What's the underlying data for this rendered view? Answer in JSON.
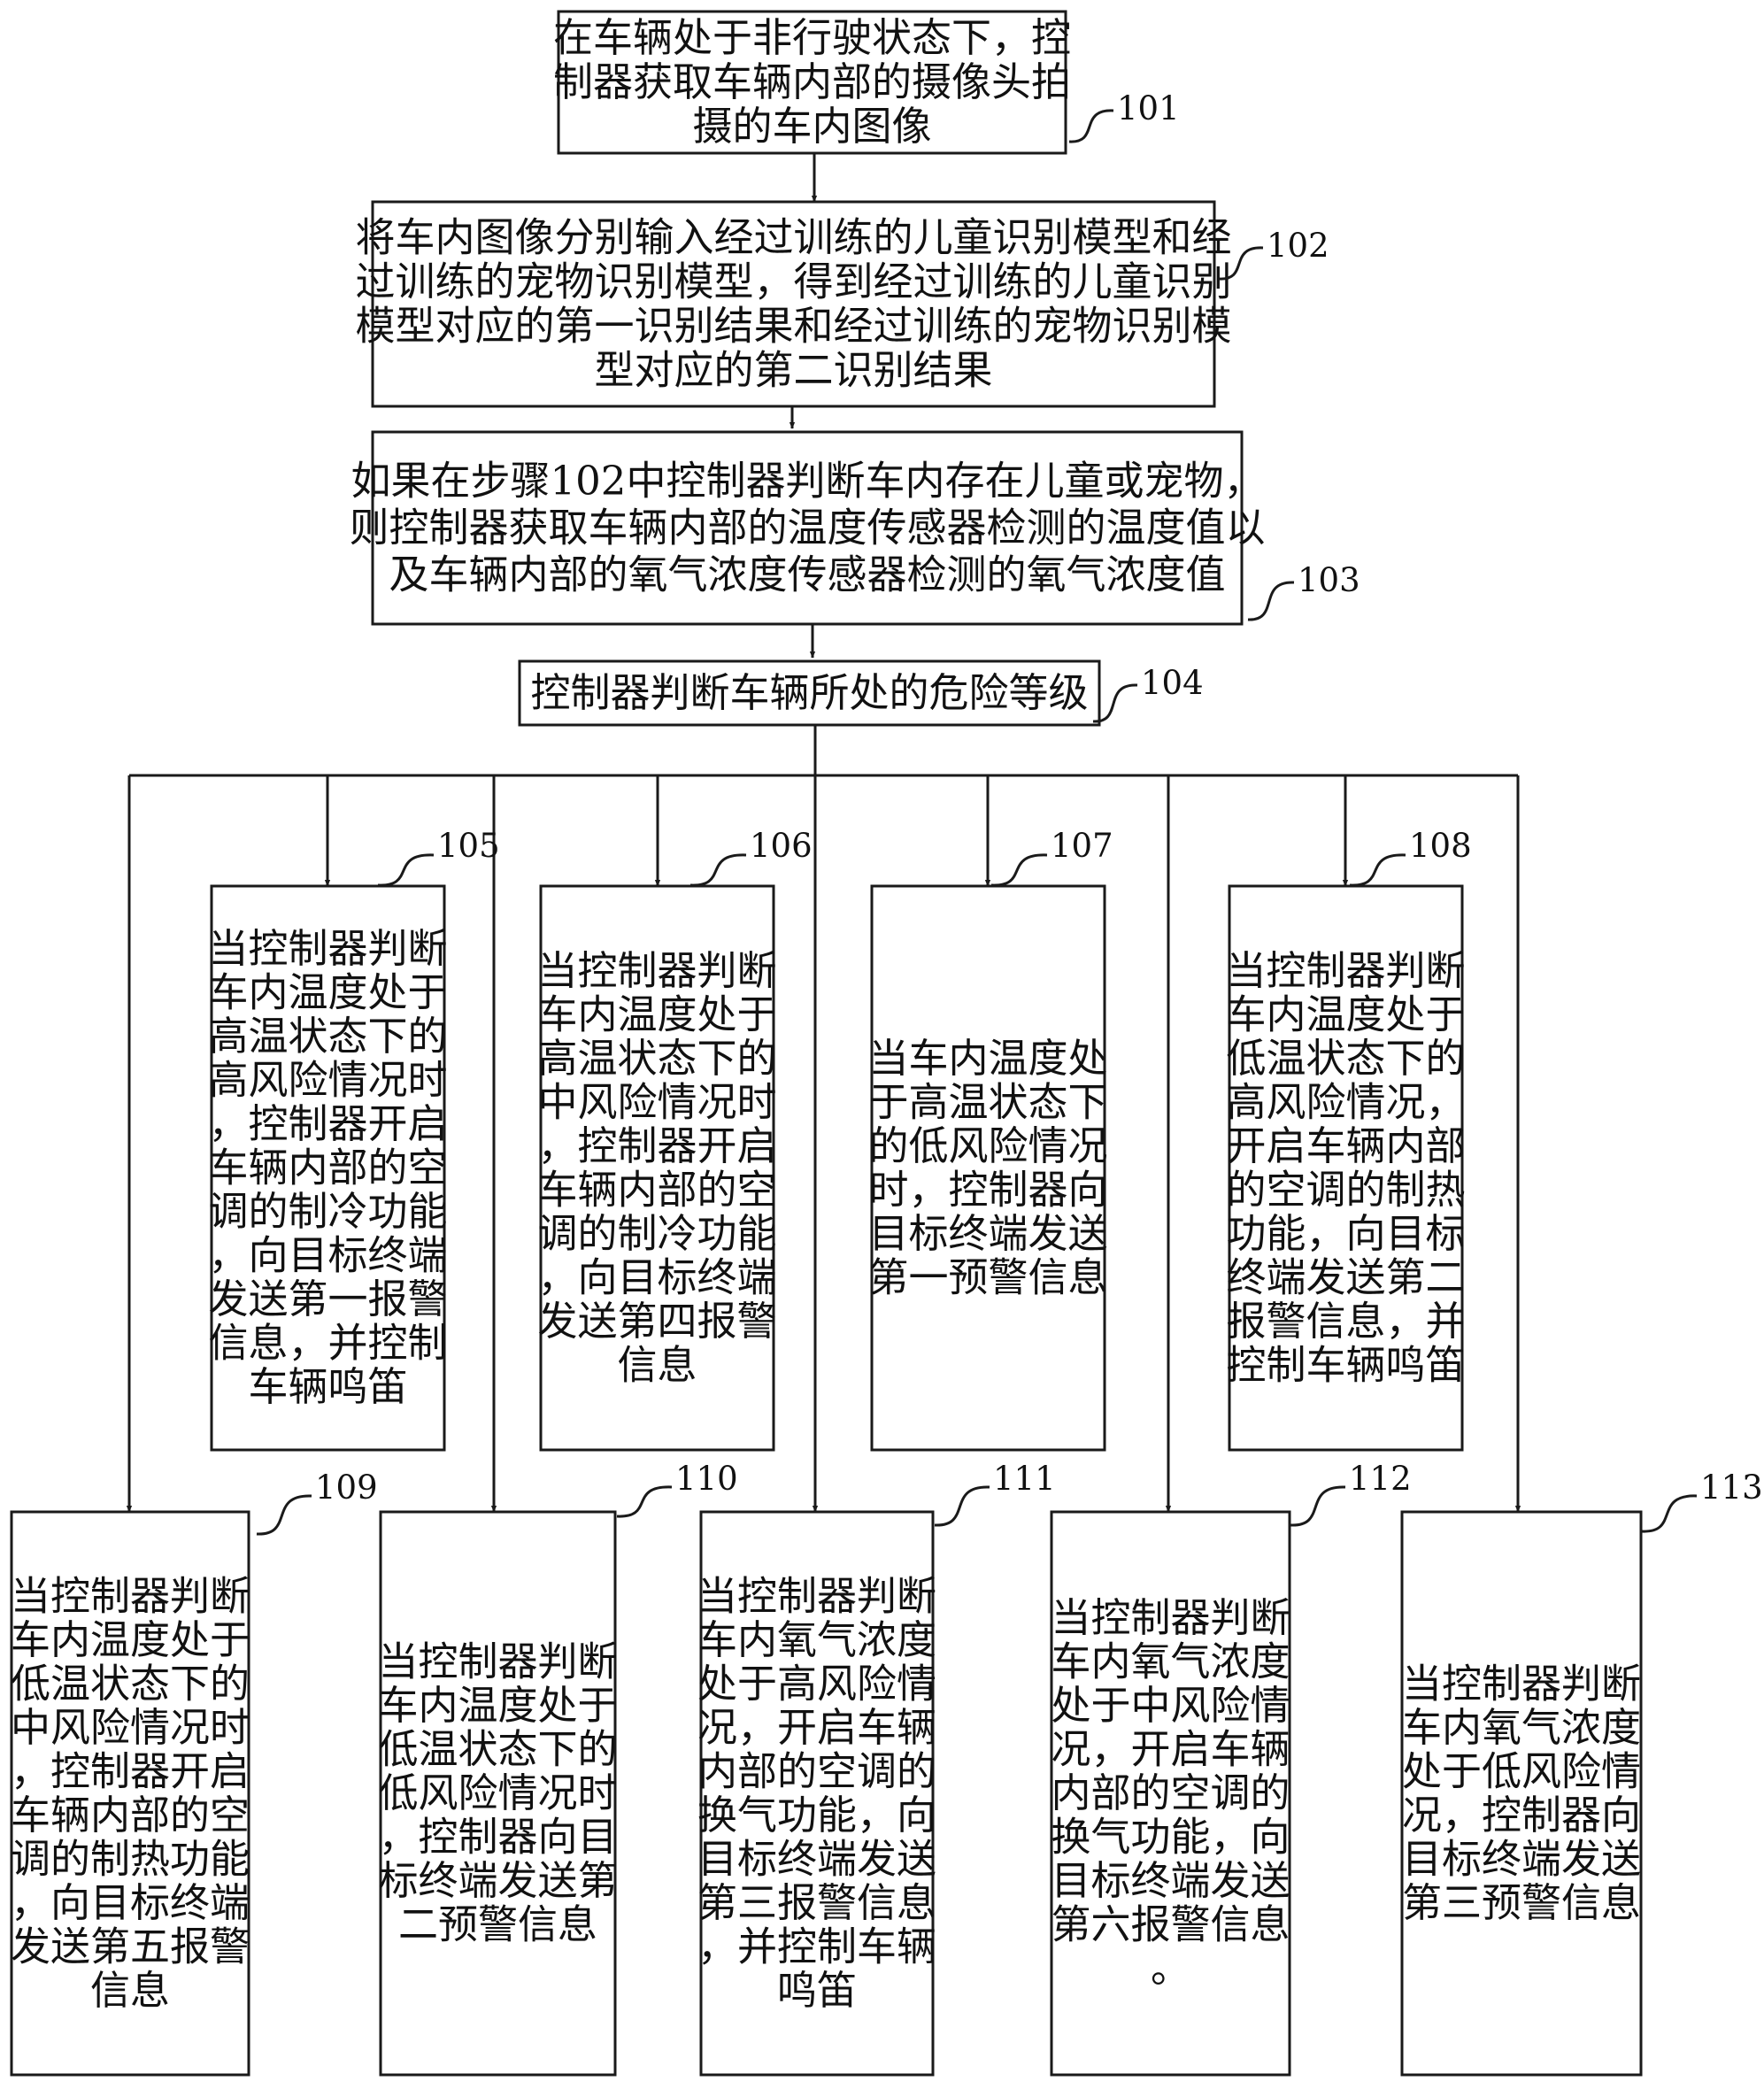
{
  "steps": [
    {
      "id": "101",
      "label": "101",
      "lines": [
        "在车辆处于非行驶状态下，控",
        "制器获取车辆内部的摄像头拍",
        "摄的车内图像"
      ]
    },
    {
      "id": "102",
      "label": "102",
      "lines": [
        "将车内图像分别输入经过训练的儿童识别模型和经",
        "过训练的宠物识别模型，得到经过训练的儿童识别",
        "模型对应的第一识别结果和经过训练的宠物识别模",
        "型对应的第二识别结果"
      ]
    },
    {
      "id": "103",
      "label": "103",
      "lines": [
        "如果在步骤102中控制器判断车内存在儿童或宠物，",
        "则控制器获取车辆内部的温度传感器检测的温度值以",
        "及车辆内部的氧气浓度传感器检测的氧气浓度值"
      ]
    },
    {
      "id": "104",
      "label": "104",
      "lines": [
        "控制器判断车辆所处的危险等级"
      ]
    },
    {
      "id": "105",
      "label": "105",
      "lines": [
        "当控制器判断",
        "车内温度处于",
        "高温状态下的",
        "高风险情况时",
        "，控制器开启",
        "车辆内部的空",
        "调的制冷功能",
        "，向目标终端",
        "发送第一报警",
        "信息，并控制",
        "车辆鸣笛"
      ]
    },
    {
      "id": "106",
      "label": "106",
      "lines": [
        "当控制器判断",
        "车内温度处于",
        "高温状态下的",
        "中风险情况时",
        "，控制器开启",
        "车辆内部的空",
        "调的制冷功能",
        "，向目标终端",
        "发送第四报警",
        "信息"
      ]
    },
    {
      "id": "107",
      "label": "107",
      "lines": [
        "当车内温度处",
        "于高温状态下",
        "的低风险情况",
        "时，控制器向",
        "目标终端发送",
        "第一预警信息"
      ]
    },
    {
      "id": "108",
      "label": "108",
      "lines": [
        "当控制器判断",
        "车内温度处于",
        "低温状态下的",
        "高风险情况，",
        "开启车辆内部",
        "的空调的制热",
        "功能，向目标",
        "终端发送第二",
        "报警信息，并",
        "控制车辆鸣笛"
      ]
    },
    {
      "id": "109",
      "label": "109",
      "lines": [
        "当控制器判断",
        "车内温度处于",
        "低温状态下的",
        "中风险情况时",
        "，控制器开启",
        "车辆内部的空",
        "调的制热功能",
        "，向目标终端",
        "发送第五报警",
        "信息"
      ]
    },
    {
      "id": "110",
      "label": "110",
      "lines": [
        "当控制器判断",
        "车内温度处于",
        "低温状态下的",
        "低风险情况时",
        "，控制器向目",
        "标终端发送第",
        "二预警信息"
      ]
    },
    {
      "id": "111",
      "label": "111",
      "lines": [
        "当控制器判断",
        "车内氧气浓度",
        "处于高风险情",
        "况，开启车辆",
        "内部的空调的",
        "换气功能，向",
        "目标终端发送",
        "第三报警信息",
        "，并控制车辆",
        "鸣笛"
      ]
    },
    {
      "id": "112",
      "label": "112",
      "lines": [
        "当控制器判断",
        "车内氧气浓度",
        "处于中风险情",
        "况，开启车辆",
        "内部的空调的",
        "换气功能，向",
        "目标终端发送",
        "第六报警信息",
        "。"
      ]
    },
    {
      "id": "113",
      "label": "113",
      "lines": [
        "当控制器判断",
        "车内氧气浓度",
        "处于低风险情",
        "况，控制器向",
        "目标终端发送",
        "第三预警信息"
      ]
    }
  ]
}
